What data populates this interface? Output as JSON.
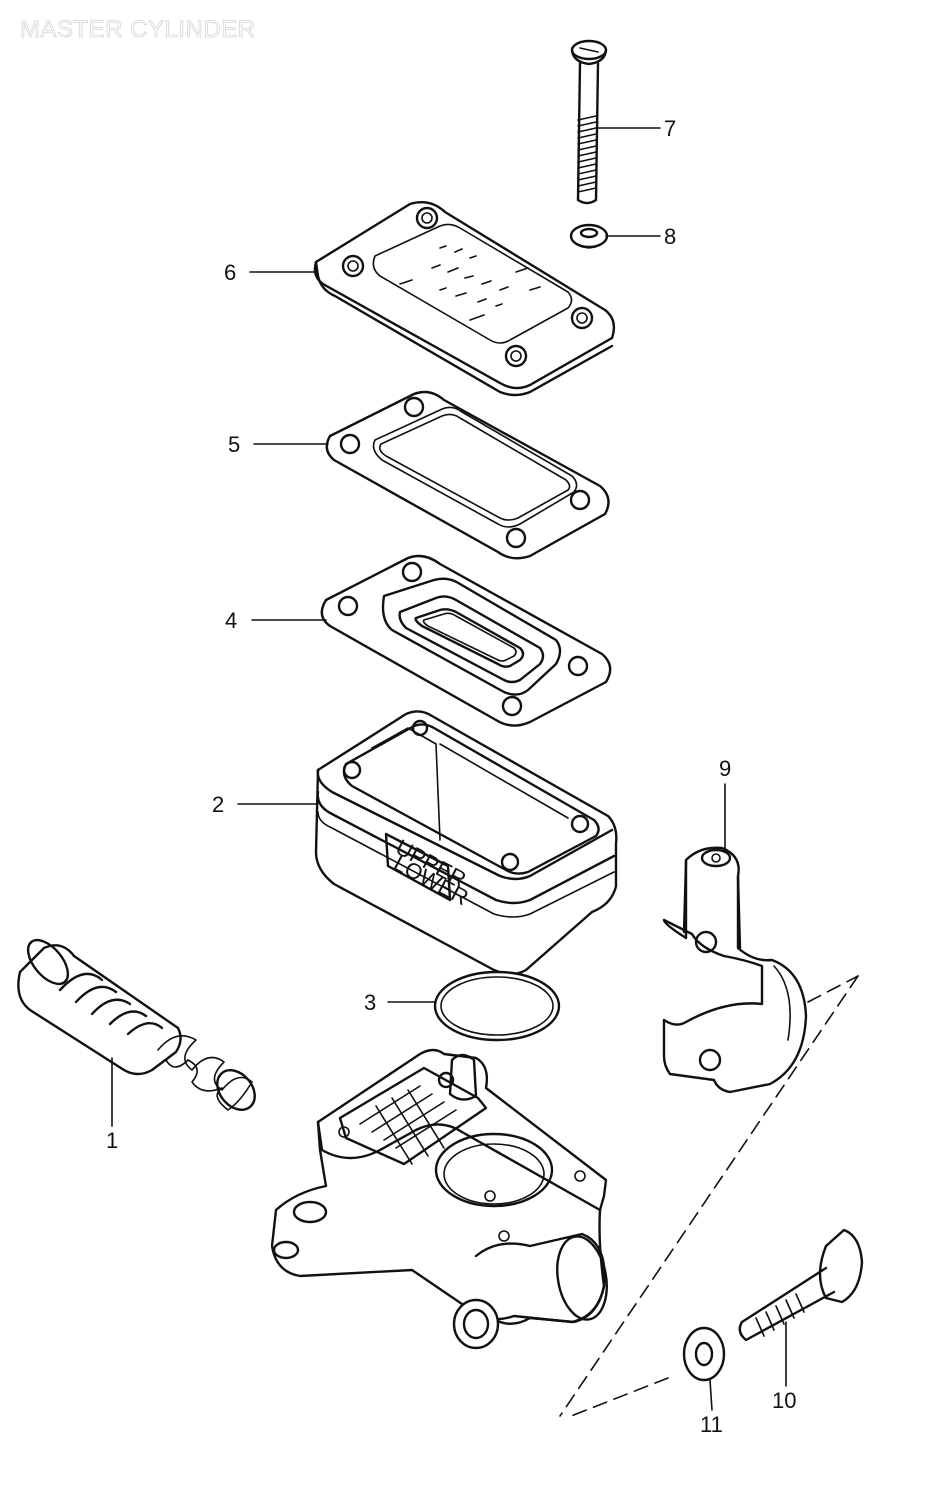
{
  "title": "MASTER CYLINDER",
  "parts": [
    {
      "number": "1"
    },
    {
      "number": "2"
    },
    {
      "number": "3"
    },
    {
      "number": "4"
    },
    {
      "number": "5"
    },
    {
      "number": "6"
    },
    {
      "number": "7"
    },
    {
      "number": "8"
    },
    {
      "number": "9"
    },
    {
      "number": "10"
    },
    {
      "number": "11"
    }
  ],
  "reservoir_markings": {
    "upper": "UPPER",
    "lower": "LOWER"
  }
}
